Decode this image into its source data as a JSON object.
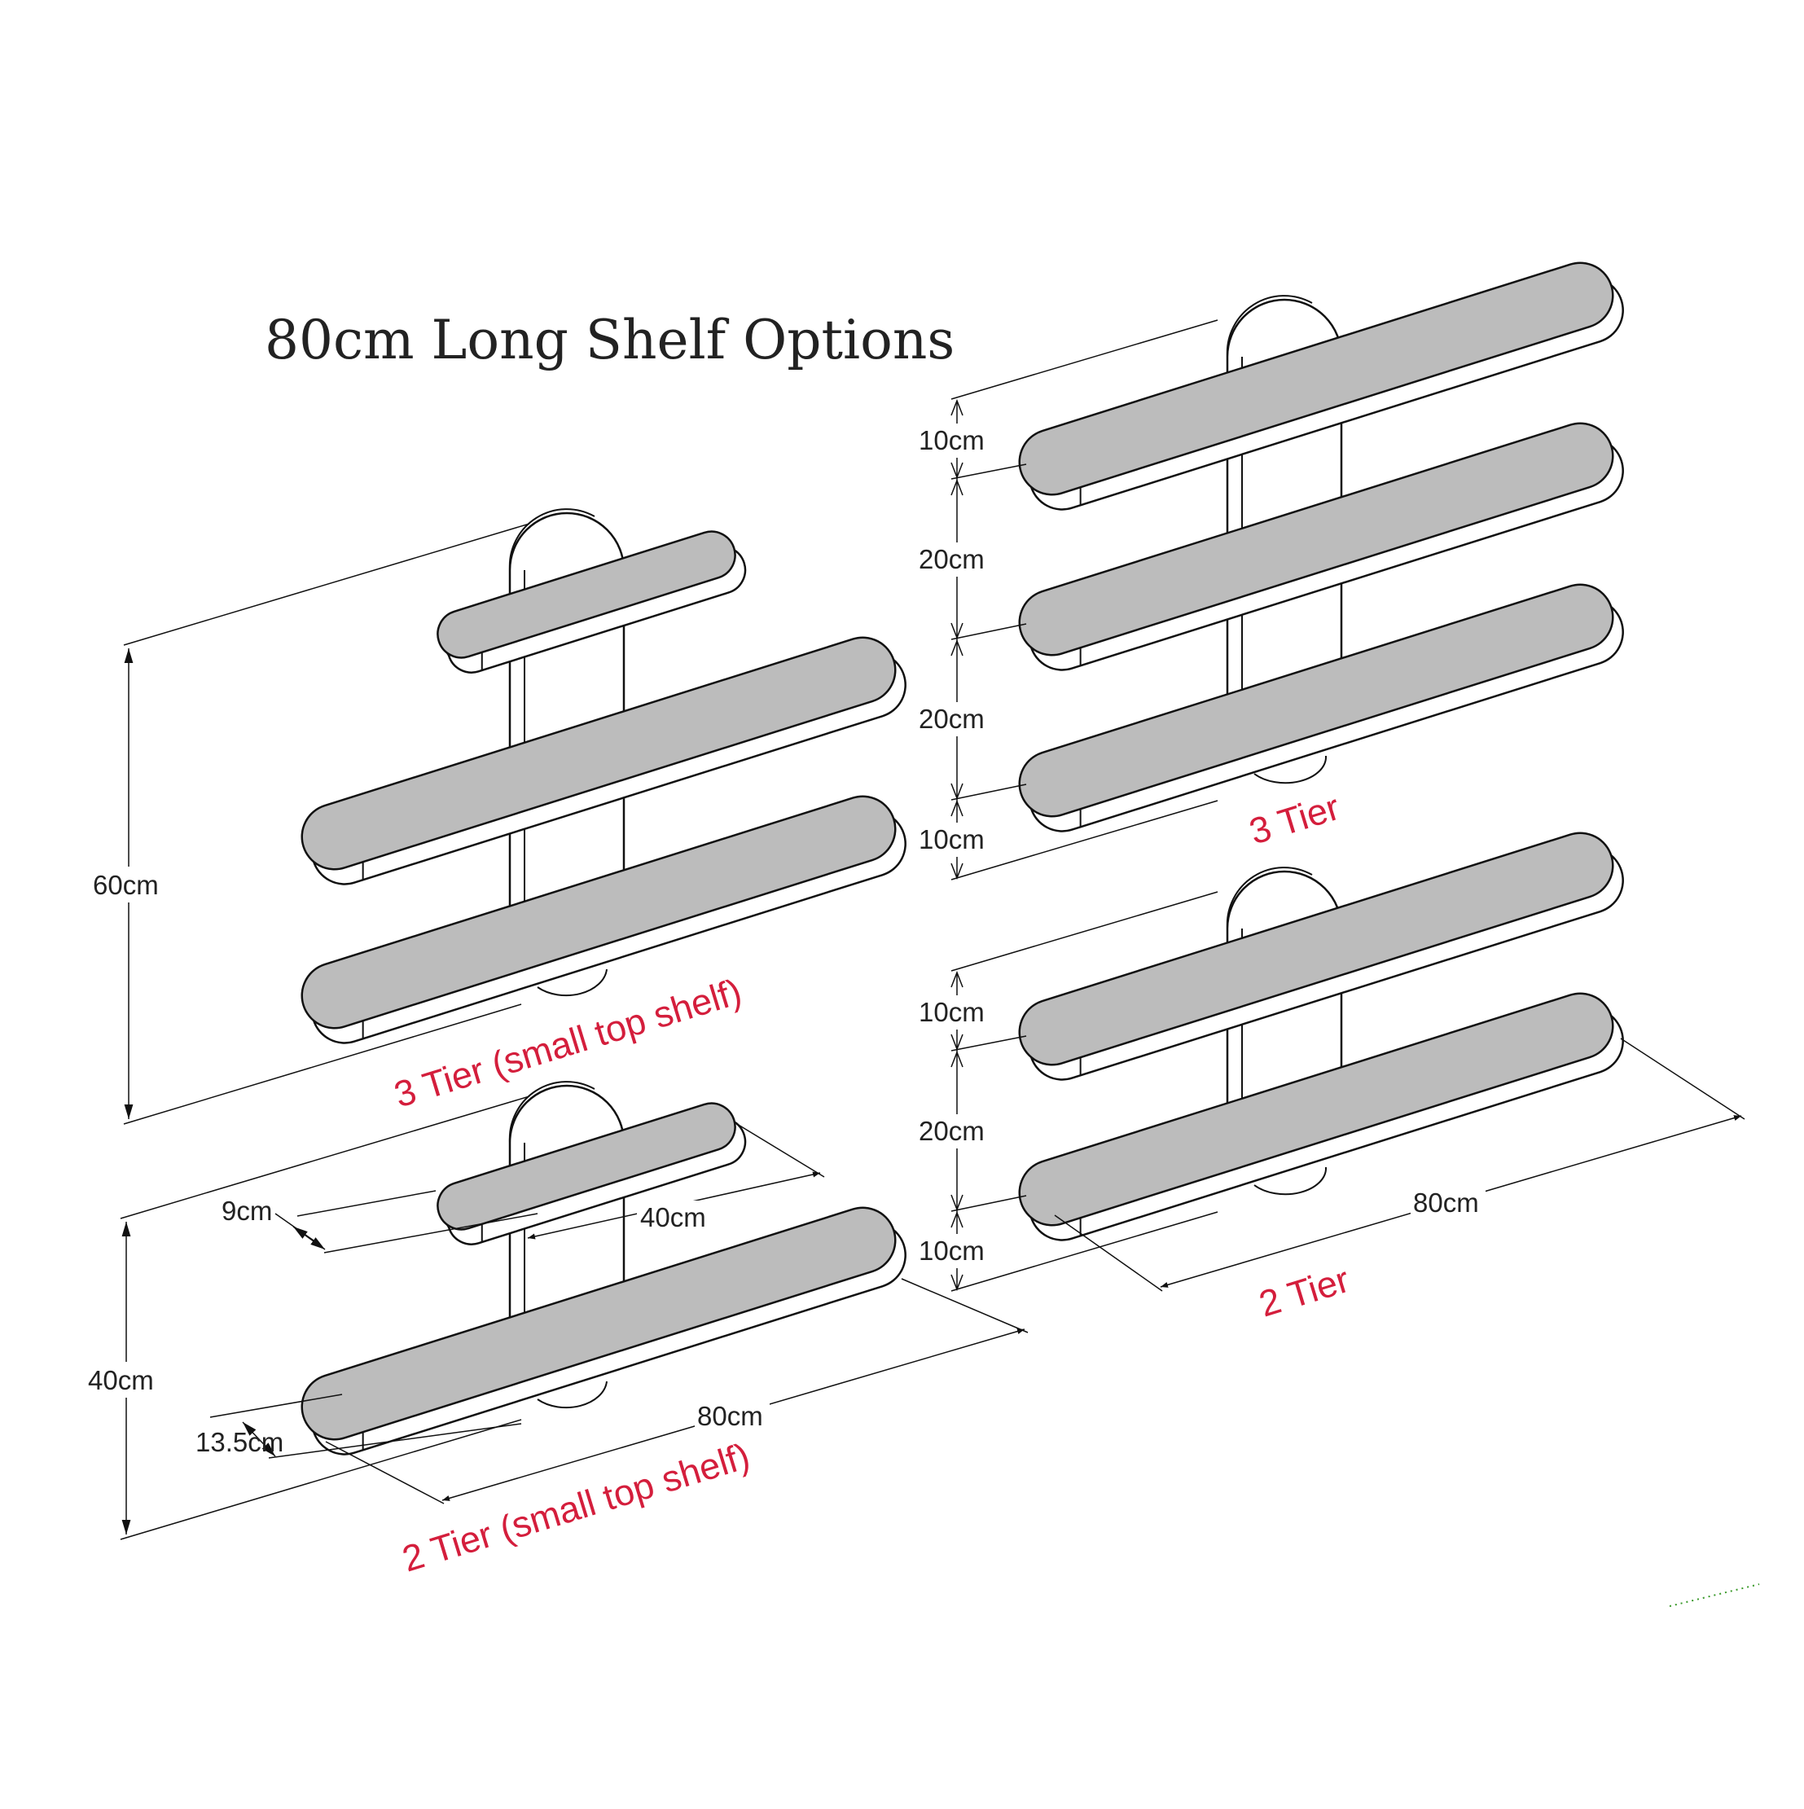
{
  "title": "80cm Long Shelf Options",
  "colors": {
    "shelf_top": "#bcbcbc",
    "line": "#111111",
    "label": "#d41e3c",
    "edge": "#ffffff",
    "dotted": "#3a9a2a"
  },
  "options": [
    {
      "id": "3tier-small",
      "label": "3 Tier (small top shelf)",
      "dims": {
        "height": "60cm"
      }
    },
    {
      "id": "2tier-small",
      "label": "2 Tier (small top shelf)",
      "dims": {
        "height": "40cm",
        "small_depth": "9cm",
        "small_length": "40cm",
        "depth": "13.5cm",
        "length": "80cm"
      }
    },
    {
      "id": "3tier",
      "label": "3 Tier",
      "dims": {
        "top": "10cm",
        "gap1": "20cm",
        "gap2": "20cm",
        "bottom": "10cm"
      }
    },
    {
      "id": "2tier",
      "label": "2 Tier",
      "dims": {
        "top": "10cm",
        "gap": "20cm",
        "bottom": "10cm",
        "length": "80cm"
      }
    }
  ]
}
